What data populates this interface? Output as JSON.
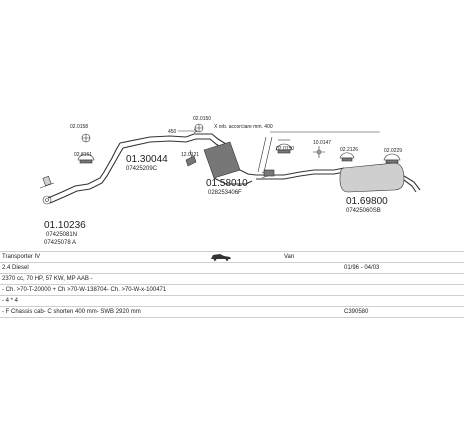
{
  "parts": {
    "front_pipe": {
      "code": "01.10236",
      "sub1": "07425081N",
      "sub2": "07425078 A"
    },
    "mid_pipe": {
      "code": "01.30044",
      "sub": "07425209C"
    },
    "centre_silencer": {
      "code": "01.58010",
      "sub": "028253406F"
    },
    "rear_silencer": {
      "code": "01.69800",
      "sub": "07425060SB"
    }
  },
  "fittings": {
    "f1": "02.0158",
    "f2": "02.8161",
    "f3": "02.0150",
    "f4": "12.0121",
    "f5": "02.0150",
    "f6": "10.0147",
    "f7": "02.2126",
    "f8": "02.0229"
  },
  "dims": {
    "d1": "450",
    "d2": "400"
  },
  "note_cut": "X  orb. accorciare mm. 400",
  "info": {
    "model": "Transporter IV",
    "type": "Van",
    "engine": "2.4 Diesel",
    "years": "01/96 - 04/03",
    "specs": "2370 cc, 70 HP, 57 KW, MP AAB -",
    "chassis": "- Ch. >70-T-20000 + Ch >70-W-138704- Ch. >70-W-x-100471",
    "line4": "- 4 * 4",
    "line5": "- F Chassis cab- C shorten 400 mm- SWB 2920 mm",
    "ref": "C390580"
  }
}
